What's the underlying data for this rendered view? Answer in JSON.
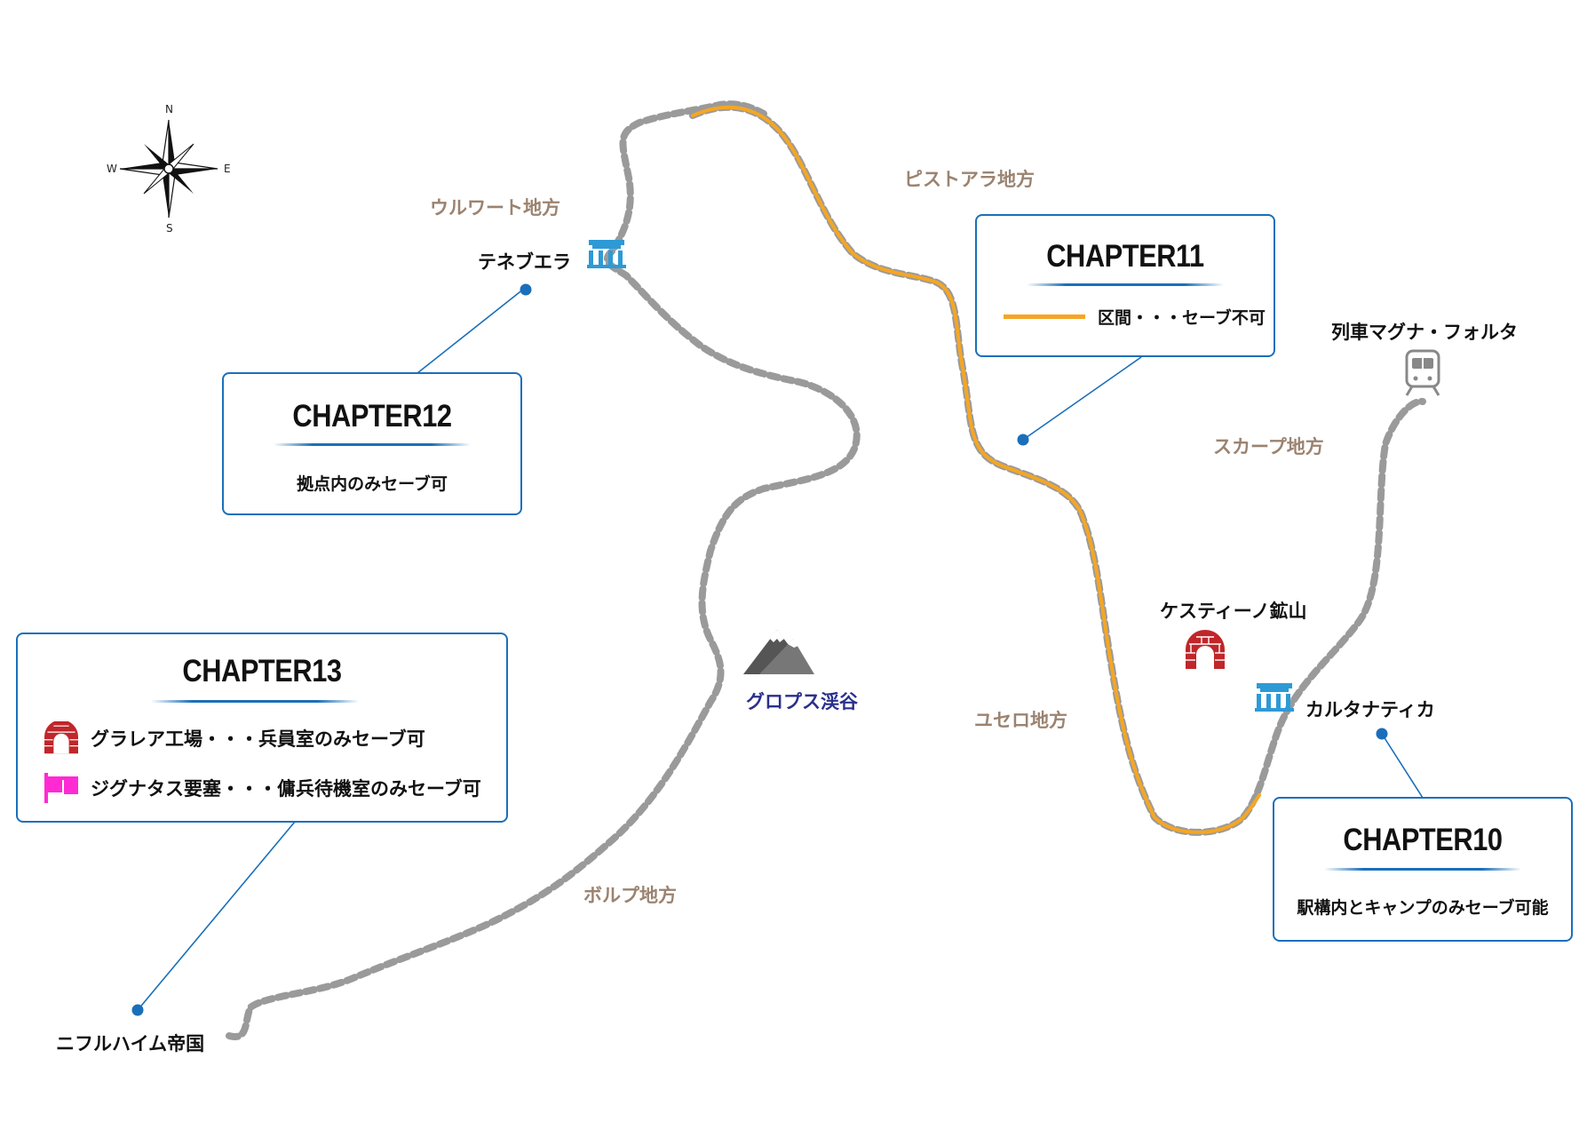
{
  "compass": {
    "n": "N",
    "e": "E",
    "s": "S",
    "w": "W",
    "icon": "compass-rose-icon"
  },
  "regions": {
    "wulwort": "ウルワート地方",
    "pistoara": "ピストアラ地方",
    "scarp": "スカープ地方",
    "yusero": "ユセロ地方",
    "borup": "ボルプ地方"
  },
  "places": {
    "tenebrae": "テネブエラ",
    "train": "列車マグナ・フォルタ",
    "kestino": "ケスティーノ鉱山",
    "cartanatica": "カルタナティカ",
    "nifleheim": "ニフルハイム帝国",
    "valley": "グロプス渓谷"
  },
  "chapters": {
    "ch12": {
      "title": "CHAPTER12",
      "note": "拠点内のみセーブ可"
    },
    "ch11": {
      "title": "CHAPTER11",
      "legend": "区間・・・セーブ不可"
    },
    "ch13": {
      "title": "CHAPTER13",
      "items": [
        "グラレア工場・・・兵員室のみセーブ可",
        "ジグナタス要塞・・・傭兵待機室のみセーブ可"
      ]
    },
    "ch10": {
      "title": "CHAPTER10",
      "note": "駅構内とキャンプのみセーブ可能"
    }
  },
  "colors": {
    "rail": "#9a9a9a",
    "no_save_section": "#f5a623",
    "box_border": "#1a6fba",
    "region_text": "#9b8370",
    "valley_text": "#2a2f8c",
    "fort_pink": "#ff2ad4",
    "factory_red": "#c0262a",
    "station_blue": "#2d9ad6"
  }
}
